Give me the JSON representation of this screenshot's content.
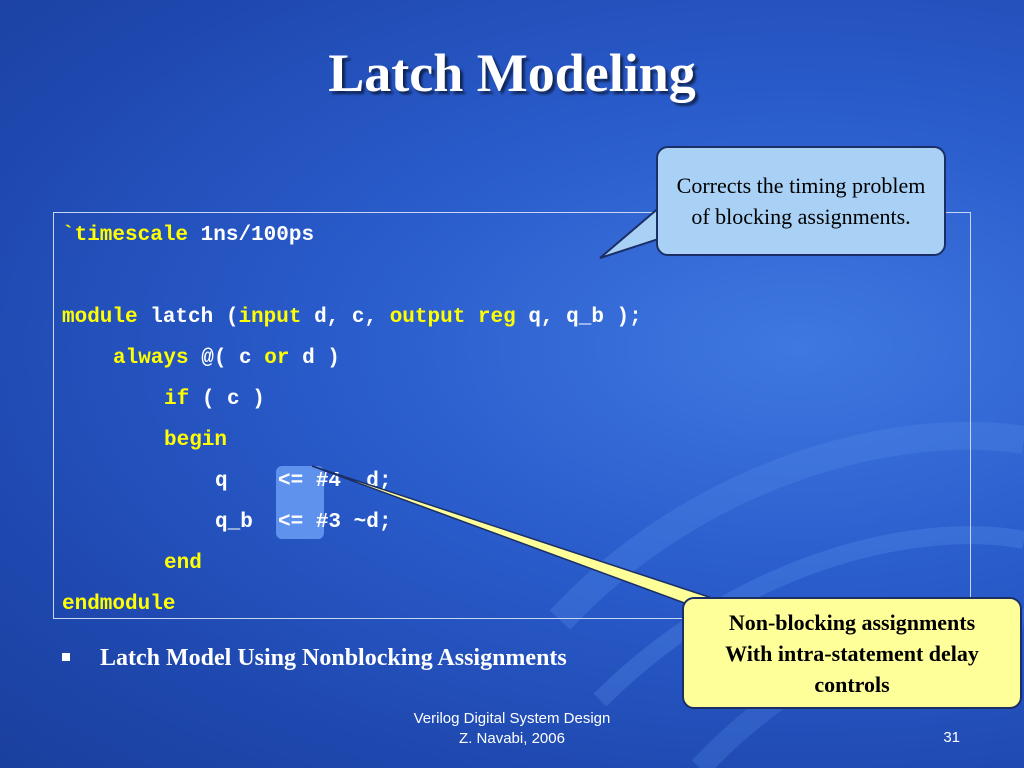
{
  "slide": {
    "title": "Latch Modeling",
    "code": {
      "l1": {
        "k1": "`timescale",
        "t1": " 1ns/100ps"
      },
      "l2": {
        "k1": "module",
        "t1": " latch (",
        "k2": "input",
        "t2": " d, c, ",
        "k3": "output reg",
        "t3": " q, q_b );"
      },
      "l3": {
        "k1": "always",
        "t1": " @( c ",
        "k2": "or",
        "t2": " d )"
      },
      "l4": {
        "k1": "if",
        "t1": " ( c )"
      },
      "l5": {
        "k1": "begin"
      },
      "l6": {
        "t1": "q    <= #4  d;"
      },
      "l7": {
        "t1": "q_b  <= #3 ~d;"
      },
      "l8": {
        "k1": "end"
      },
      "l9": {
        "k1": "endmodule"
      }
    },
    "callouts": {
      "blocking": "Corrects the timing problem of blocking assignments.",
      "nonblocking_line1": "Non-blocking assignments",
      "nonblocking_line2": "With intra-statement delay controls"
    },
    "bullet": "Latch Model Using Nonblocking Assignments",
    "footer": {
      "line1": "Verilog Digital System Design",
      "line2": "Z. Navabi, 2006",
      "page": "31"
    },
    "colors": {
      "background": "#2a5ccc",
      "keyword": "#ffff00",
      "blue_callout": "#a9d1f6",
      "yellow_callout": "#ffff99"
    }
  }
}
